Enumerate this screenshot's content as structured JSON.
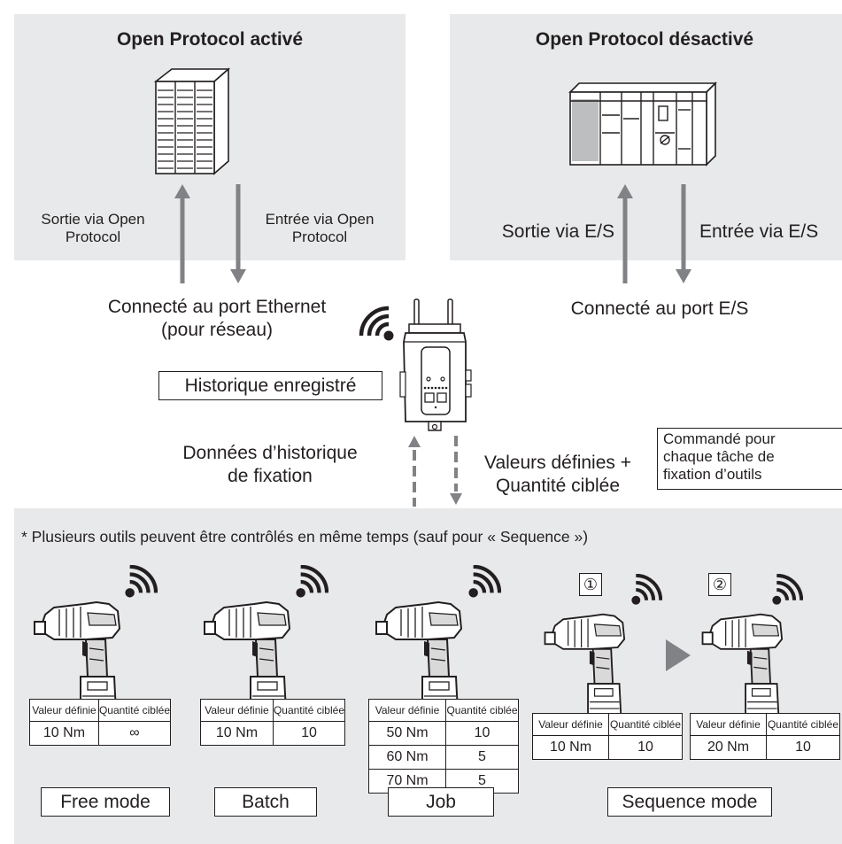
{
  "top_left": {
    "title": "Open Protocol activé",
    "output_label": "Sortie via Open Protocol",
    "input_label": "Entrée via Open Protocol",
    "connection_line1": "Connecté au port Ethernet",
    "connection_line2": "(pour réseau)"
  },
  "top_right": {
    "title": "Open Protocol désactivé",
    "output_label": "Sortie via E/S",
    "input_label": "Entrée via E/S",
    "connection": "Connecté au port E/S"
  },
  "center": {
    "history_box": "Historique enregistré",
    "history_data_line1": "Données d’historique",
    "history_data_line2": "de fixation",
    "values_line1": "Valeurs définies +",
    "values_line2": "Quantité ciblée",
    "command_line1": "Commandé pour",
    "command_line2": "chaque tâche de",
    "command_line3": "fixation d’outils"
  },
  "bottom": {
    "footnote": "* Plusieurs outils peuvent être contrôlés en même temps (sauf pour « Sequence »)",
    "col_value": "Valeur définie",
    "col_qty": "Quantité ciblée",
    "step1": "①",
    "step2": "②",
    "modes": {
      "free": {
        "label": "Free mode",
        "rows": [
          {
            "value": "10 Nm",
            "qty": "∞"
          }
        ]
      },
      "batch": {
        "label": "Batch",
        "rows": [
          {
            "value": "10 Nm",
            "qty": "10"
          }
        ]
      },
      "job": {
        "label": "Job",
        "rows": [
          {
            "value": "50 Nm",
            "qty": "10"
          },
          {
            "value": "60 Nm",
            "qty": "5"
          },
          {
            "value": "70 Nm",
            "qty": "5"
          }
        ]
      },
      "sequence": {
        "label": "Sequence mode",
        "step1_rows": [
          {
            "value": "10 Nm",
            "qty": "10"
          }
        ],
        "step2_rows": [
          {
            "value": "20 Nm",
            "qty": "10"
          }
        ]
      }
    }
  },
  "colors": {
    "panel": "#e8e9ea",
    "arrow": "#808285",
    "text": "#231f20"
  }
}
